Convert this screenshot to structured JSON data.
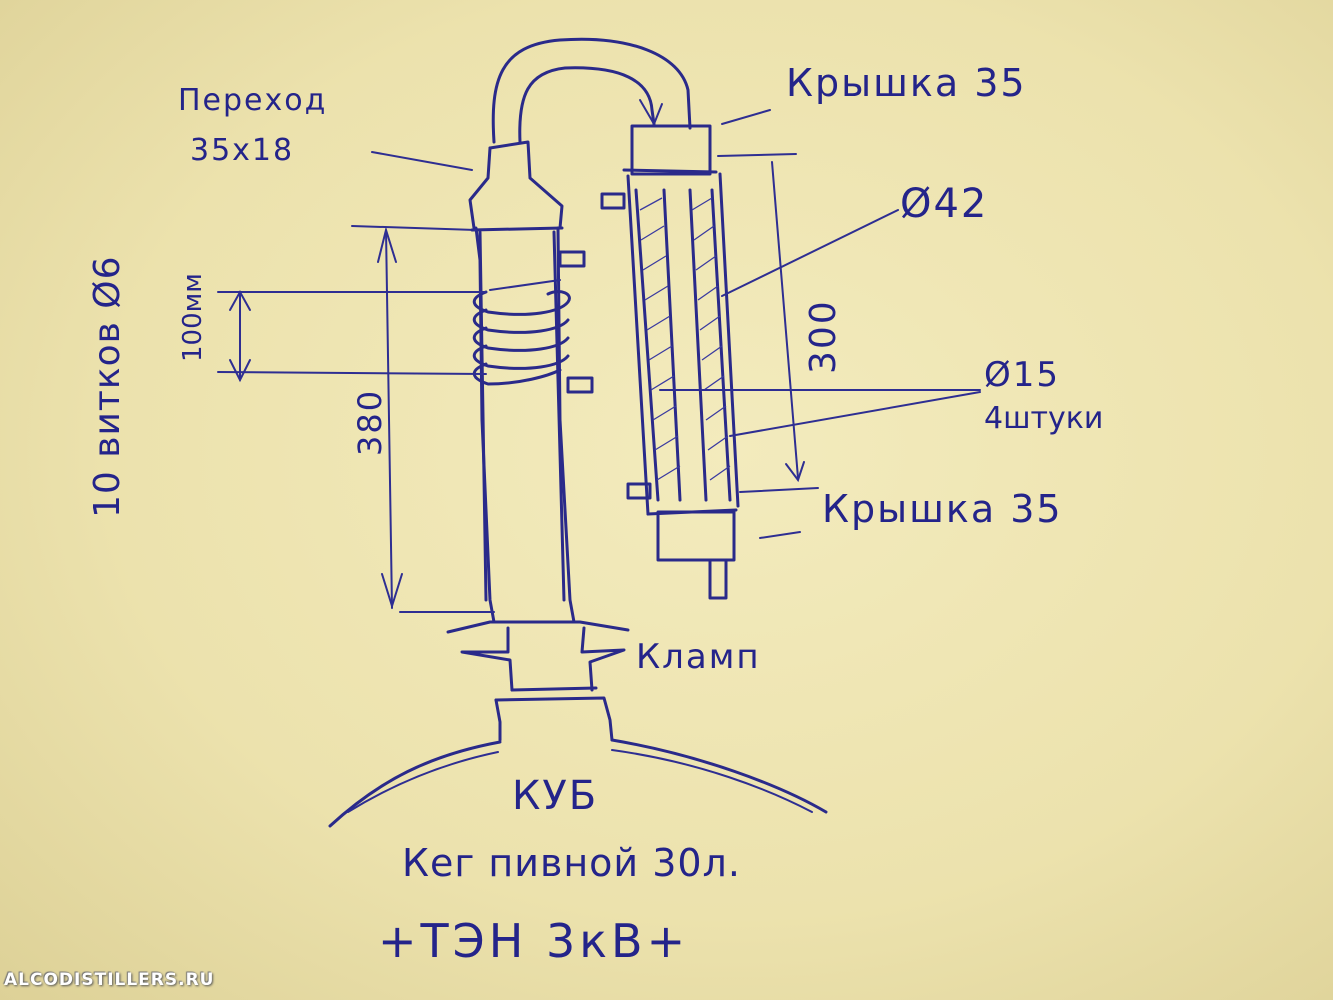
{
  "labels": {
    "perekhod": "Переход",
    "perekhod_size": "35х18",
    "kryshka_top": "Крышка 35",
    "kryshka_bottom": "Крышка 35",
    "d42": "Ø42",
    "d15": "Ø15",
    "pieces": "4штуки",
    "len_300": "300",
    "len_380": "380",
    "len_100": "100мм",
    "coils": "10 витков Ø6",
    "klamp": "Кламп",
    "kub": "КУБ",
    "keg": "Кег пивной 30л.",
    "ten": "+ТЭН 3кВ+"
  },
  "watermark": "ALCODISTILLERS.RU",
  "colors": {
    "paper": "#efe6b4",
    "ink": "#2a2a8a"
  }
}
